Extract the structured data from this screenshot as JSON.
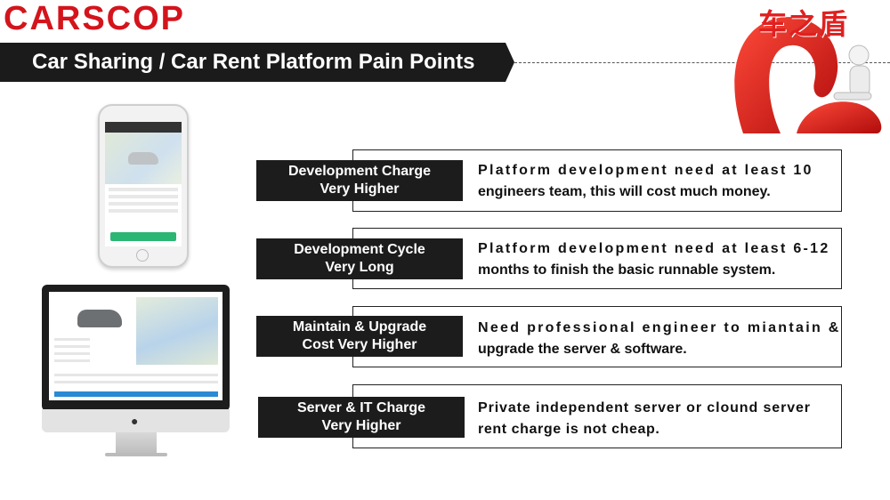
{
  "header": {
    "logo": "CARSCOP",
    "title": "Car Sharing / Car Rent Platform Pain Points",
    "brand_cn": "车之盾"
  },
  "colors": {
    "accent_red": "#d4141c",
    "dark_bar": "#1b1b1b"
  },
  "pain_points": [
    {
      "label": "Development Charge\nVery Higher",
      "desc_line1": "Platform development need at least 10",
      "desc_line2": "engineers team, this will cost much money."
    },
    {
      "label": "Development Cycle\nVery Long",
      "desc_line1": "Platform development need at least 6-12",
      "desc_line2": "months to finish the basic runnable system."
    },
    {
      "label": "Maintain & Upgrade\nCost Very Higher",
      "desc_line1": "Need professional engineer to miantain &",
      "desc_line2": "upgrade the server & software."
    },
    {
      "label": "Server & IT Charge\nVery Higher",
      "desc_line1": "Private independent server or clound server",
      "desc_line2": "rent charge is not cheap."
    }
  ]
}
